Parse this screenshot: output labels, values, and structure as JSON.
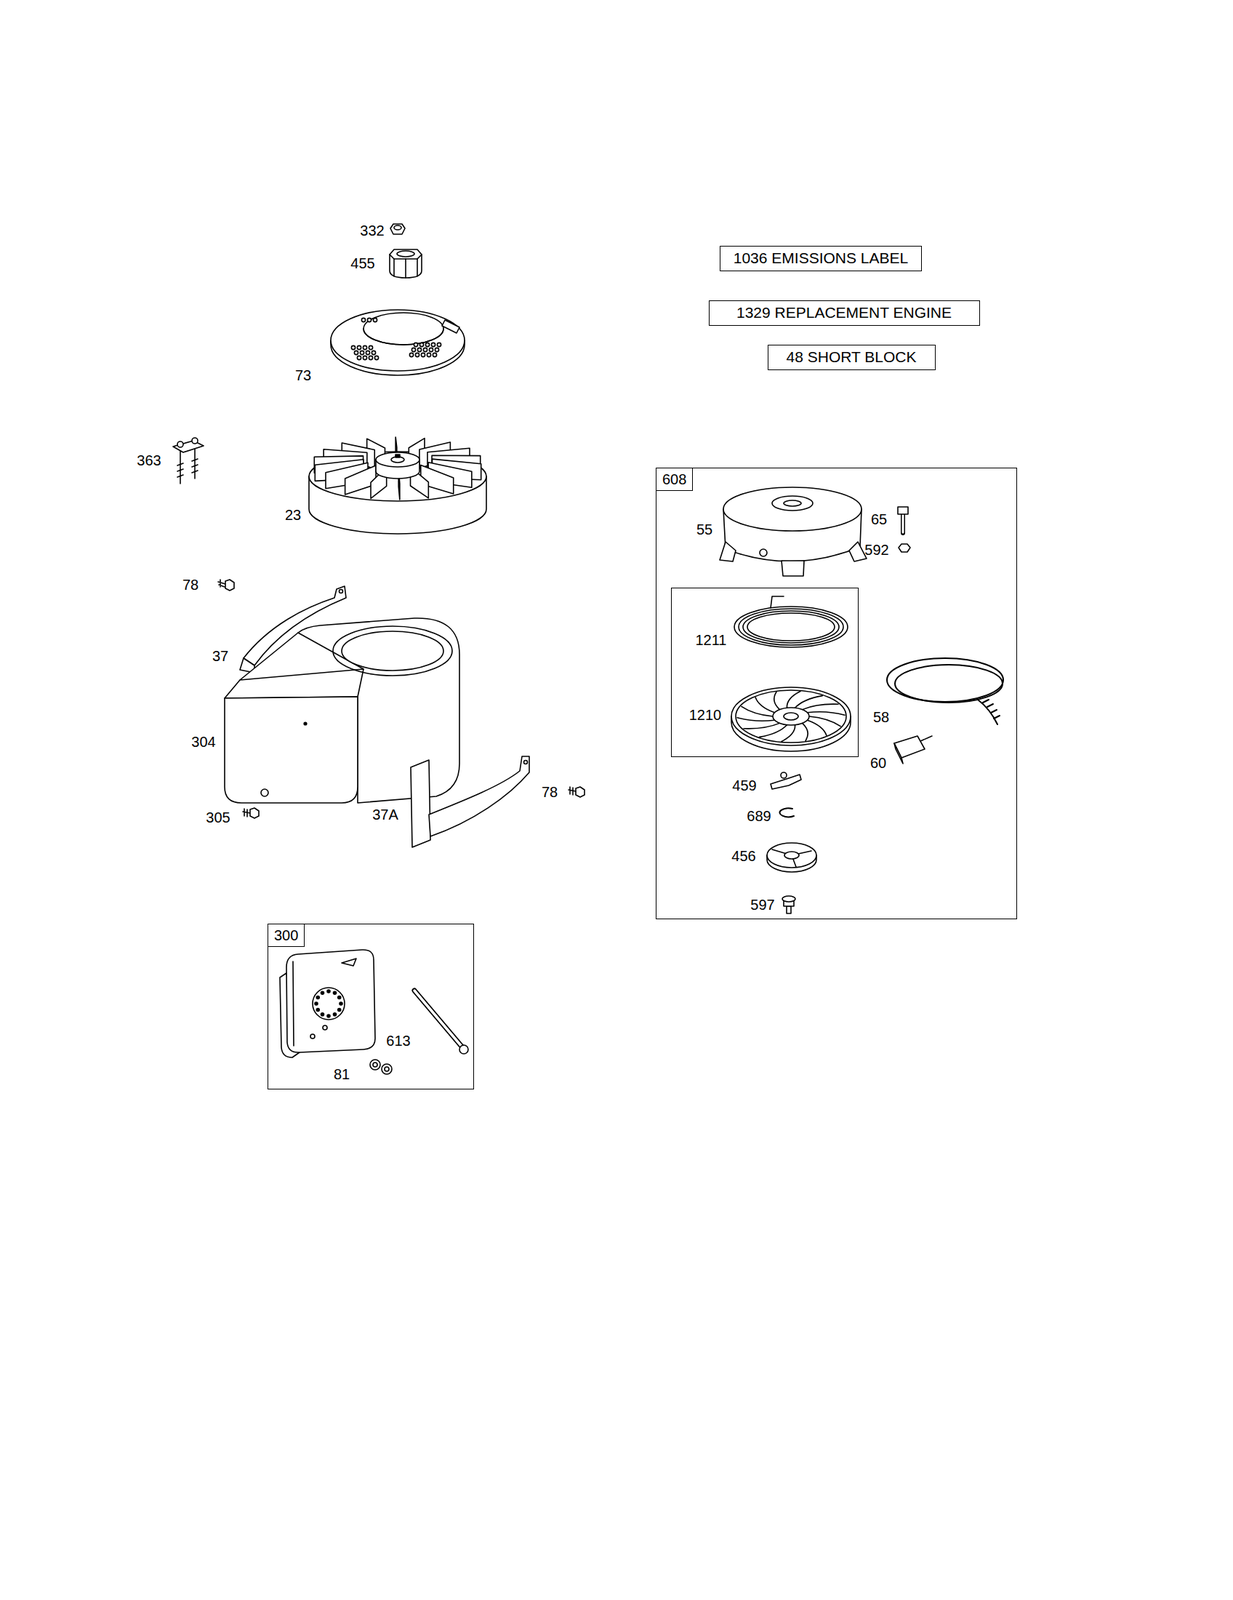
{
  "diagram": {
    "nodes": [
      {
        "text": [
          "1036 EMISSIONS LABEL"
        ]
      },
      {
        "text": [
          "1329 REPLACEMENT ENGINE"
        ]
      },
      {
        "text": [
          "48 SHORT BLOCK"
        ]
      },
      {
        "text": [
          "608"
        ]
      },
      {
        "text": [
          "1211",
          "1210"
        ],
        "in": 3
      },
      {
        "text": [
          "300"
        ]
      }
    ],
    "labels": [
      "332",
      "455",
      "73",
      "363",
      "23",
      "78",
      "37",
      "304",
      "305",
      "37A",
      "78",
      "613",
      "81",
      "55",
      "65",
      "592",
      "58",
      "60",
      "459",
      "689",
      "456",
      "597"
    ]
  }
}
